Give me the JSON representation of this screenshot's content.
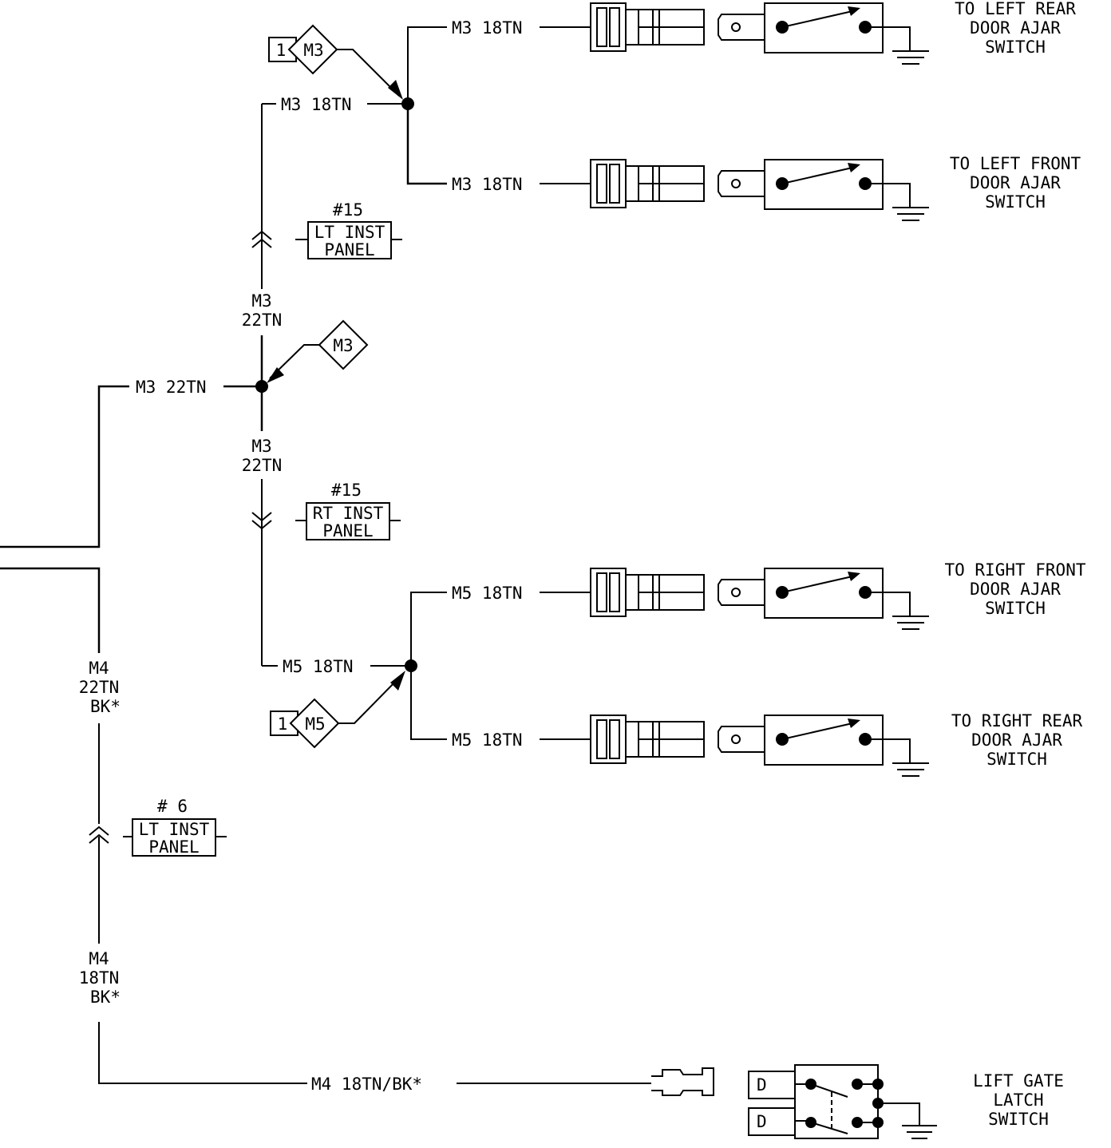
{
  "wires": {
    "m3_18tn_a": "M3 18TN",
    "m3_18tn_b": "M3 18TN",
    "m3_18tn_c": "M3 18TN",
    "m3_22tn_upper_1": "M3",
    "m3_22tn_upper_2": "22TN",
    "m3_22tn_left": "M3 22TN",
    "m3_22tn_lower_1": "M3",
    "m3_22tn_lower_2": "22TN",
    "m5_18tn_a": "M5 18TN",
    "m5_18tn_b": "M5 18TN",
    "m5_18tn_c": "M5 18TN",
    "m4_22tn_1": "M4",
    "m4_22tn_2": "22TN",
    "m4_22tn_3": "BK*",
    "m4_18tn_1": "M4",
    "m4_18tn_2": "18TN",
    "m4_18tn_3": "BK*",
    "m4_18tn_bk": "M4 18TN/BK*"
  },
  "splice_tags": {
    "top_num": "1",
    "top_name": "M3",
    "mid_name": "M3",
    "bottom_num": "1",
    "bottom_name": "M5"
  },
  "connectors": {
    "c15_top_num": "#15",
    "c15_top_line1": "LT INST",
    "c15_top_line2": "PANEL",
    "c15_bottom_num": "#15",
    "c15_bottom_line1": "RT INST",
    "c15_bottom_line2": "PANEL",
    "c6_num": "# 6",
    "c6_line1": "LT INST",
    "c6_line2": "PANEL"
  },
  "destinations": {
    "left_rear": [
      "TO LEFT REAR",
      "DOOR AJAR",
      "SWITCH"
    ],
    "left_front": [
      "TO LEFT FRONT",
      "DOOR AJAR",
      "SWITCH"
    ],
    "right_front": [
      "TO RIGHT FRONT",
      "DOOR AJAR",
      "SWITCH"
    ],
    "right_rear": [
      "TO RIGHT REAR",
      "DOOR AJAR",
      "SWITCH"
    ],
    "lift_gate": [
      "LIFT GATE",
      "LATCH",
      "SWITCH"
    ]
  },
  "lift_gate_terminals": {
    "upper": "D",
    "lower": "D"
  }
}
